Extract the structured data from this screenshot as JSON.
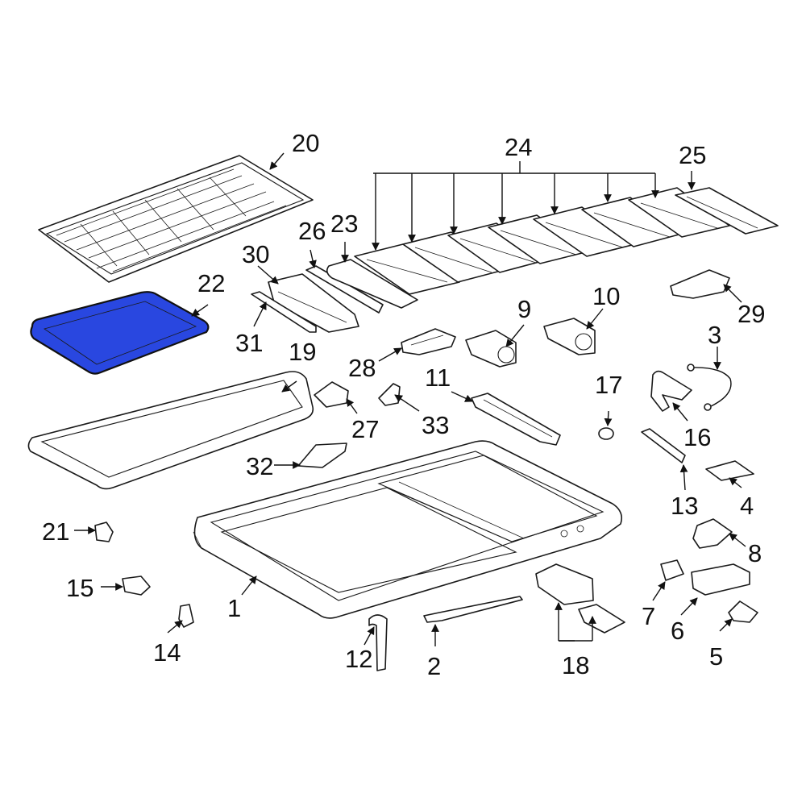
{
  "highlight_color": "#2947e0",
  "highlighted_part": "22",
  "callouts": {
    "c1": "1",
    "c2": "2",
    "c3": "3",
    "c4": "4",
    "c5": "5",
    "c6": "6",
    "c7": "7",
    "c8": "8",
    "c9": "9",
    "c10": "10",
    "c11": "11",
    "c12": "12",
    "c13": "13",
    "c14": "14",
    "c15": "15",
    "c16": "16",
    "c17": "17",
    "c18": "18",
    "c19": "19",
    "c20": "20",
    "c21": "21",
    "c22": "22",
    "c23": "23",
    "c24": "24",
    "c25": "25",
    "c26": "26",
    "c27": "27",
    "c28": "28",
    "c29": "29",
    "c30": "30",
    "c31": "31",
    "c32": "32",
    "c33": "33"
  }
}
